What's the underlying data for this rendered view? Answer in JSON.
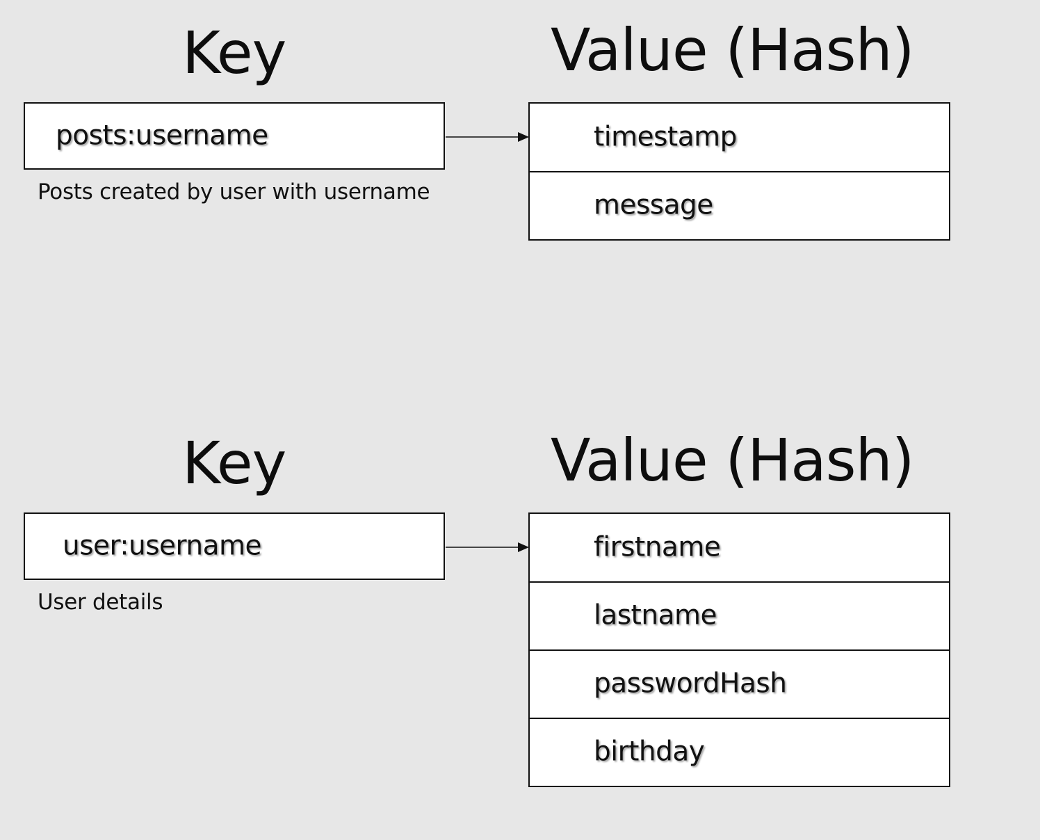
{
  "diagrams": [
    {
      "key_heading": "Key",
      "value_heading": "Value (Hash)",
      "key": "posts:username",
      "caption": "Posts created by user with username",
      "fields": [
        "timestamp",
        "message"
      ]
    },
    {
      "key_heading": "Key",
      "value_heading": "Value (Hash)",
      "key": "user:username",
      "caption": "User details",
      "fields": [
        "firstname",
        "lastname",
        "passwordHash",
        "birthday"
      ]
    }
  ]
}
